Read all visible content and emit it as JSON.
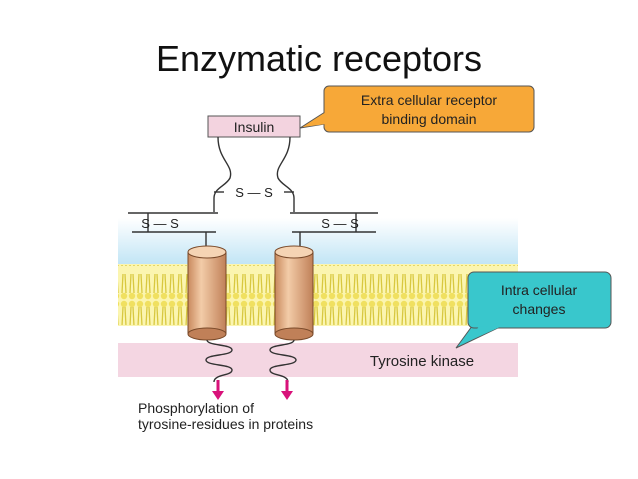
{
  "slide": {
    "title": "Enzymatic receptors"
  },
  "diagram": {
    "ligand_label": "Insulin",
    "disulfide_center": "S — S",
    "disulfide_left": "S — S",
    "disulfide_right": "S — S",
    "kinase_label": "Tyrosine kinase",
    "result_line1": "Phosphorylation of",
    "result_line2": "tyrosine-residues in proteins"
  },
  "callouts": {
    "extracellular_line1": "Extra cellular receptor",
    "extracellular_line2": "binding  domain",
    "intracellular_line1": "Intra cellular",
    "intracellular_line2": "changes"
  },
  "colors": {
    "insulin_box": "#f3d3df",
    "membrane_yellow": "#f7ee7a",
    "extracellular_blue": "#bfe4f5",
    "kinase_band": "#f4d6e2",
    "callout_orange": "#f7a838",
    "callout_teal": "#39c7cc",
    "cylinder": "#e8b890",
    "arrow_magenta": "#d8127a"
  }
}
